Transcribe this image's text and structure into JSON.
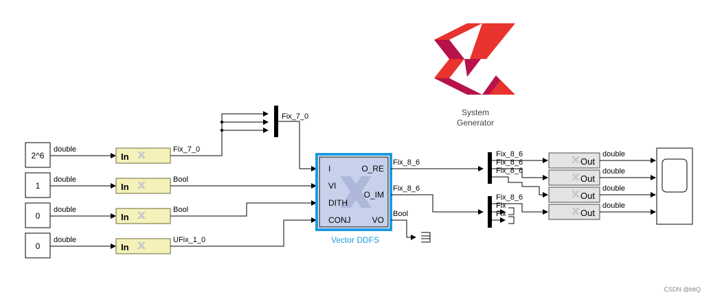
{
  "logo": {
    "caption_line1": "System",
    "caption_line2": "Generator",
    "colors": {
      "red": "#e8332f",
      "dark_red": "#b7134a"
    }
  },
  "watermark": "CSDN @bitQ",
  "constants": [
    {
      "value": "2^6",
      "type": "double"
    },
    {
      "value": "1",
      "type": "double"
    },
    {
      "value": "0",
      "type": "double"
    },
    {
      "value": "0",
      "type": "double"
    }
  ],
  "gateway_in": {
    "label": "In",
    "outputs": [
      "Fix_7_0",
      "Bool",
      "Bool",
      "UFix_1_0"
    ]
  },
  "mux_signal": "Fix_7_0",
  "ddfs": {
    "name": "Vector DDFS",
    "inputs": [
      "I",
      "VI",
      "DITH",
      "CONJ"
    ],
    "outputs": [
      "O_RE",
      "O_IM",
      "VO"
    ],
    "out_signals": [
      "Fix_8_6",
      "Fix_8_6",
      "Bool"
    ],
    "border_color": "#1b9be0",
    "fill_color": "#c8d1ec"
  },
  "demux_top": {
    "signals": [
      "Fix_8_6",
      "Fix_8_6",
      "Fix_8_6"
    ]
  },
  "demux_bottom": {
    "signals": [
      "Fix_8_6",
      "Fix",
      "Fix"
    ]
  },
  "gateway_out": {
    "label": "Out",
    "outputs": [
      "double",
      "double",
      "double",
      "double"
    ]
  }
}
